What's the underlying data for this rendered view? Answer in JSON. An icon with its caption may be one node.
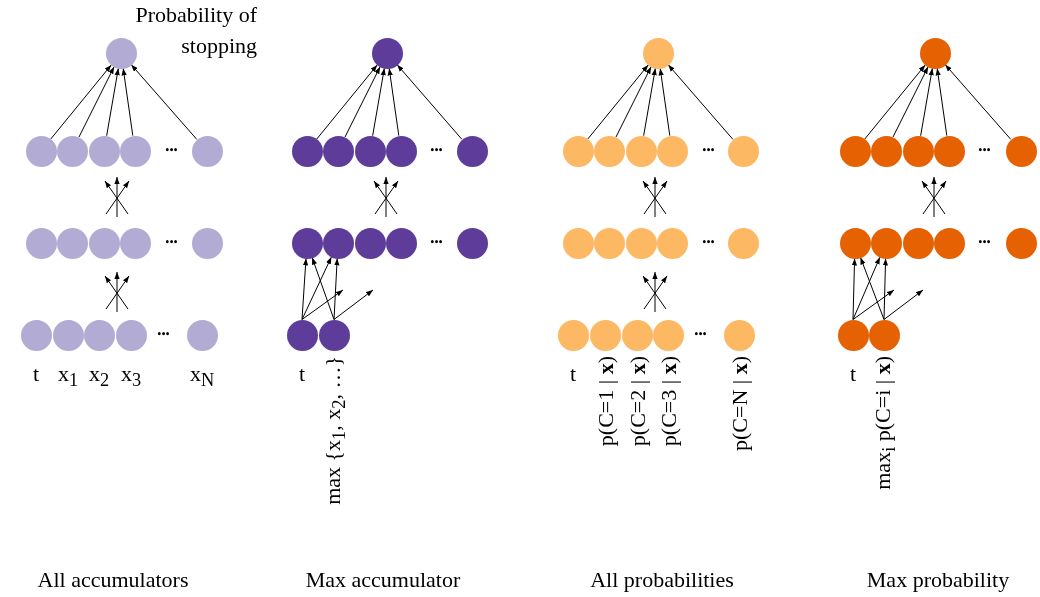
{
  "diagram": {
    "nodes": [
      {
        "text": [],
        "shape": "circle",
        "beside": [
          "Probability of stopping"
        ]
      },
      {
        "text": [],
        "shape": "circle"
      },
      {
        "text": [],
        "shape": "circle"
      },
      {
        "text": [],
        "shape": "circle"
      },
      {
        "text": [],
        "shape": "circle"
      },
      {
        "text": [],
        "shape": "circle"
      },
      {
        "text": [],
        "shape": "circle"
      },
      {
        "text": [],
        "shape": "circle"
      },
      {
        "text": [],
        "shape": "circle"
      },
      {
        "text": [],
        "shape": "circle"
      },
      {
        "text": [],
        "shape": "circle"
      },
      {
        "text": [],
        "shape": "circle",
        "beside": [
          "t"
        ]
      },
      {
        "text": [],
        "shape": "circle",
        "beside": [
          "x$_{1}$"
        ]
      },
      {
        "text": [],
        "shape": "circle",
        "beside": [
          "x$_{2}$"
        ]
      },
      {
        "text": [],
        "shape": "circle",
        "beside": [
          "x$_{3}$"
        ]
      },
      {
        "text": [],
        "shape": "circle",
        "beside": [
          "x$_{N}$"
        ]
      },
      {
        "text": [],
        "shape": "circle"
      },
      {
        "text": [],
        "shape": "circle"
      },
      {
        "text": [],
        "shape": "circle"
      },
      {
        "text": [],
        "shape": "circle"
      },
      {
        "text": [],
        "shape": "circle"
      },
      {
        "text": [],
        "shape": "circle"
      },
      {
        "text": [],
        "shape": "circle"
      },
      {
        "text": [],
        "shape": "circle"
      },
      {
        "text": [],
        "shape": "circle"
      },
      {
        "text": [],
        "shape": "circle"
      },
      {
        "text": [],
        "shape": "circle"
      },
      {
        "text": [],
        "shape": "circle",
        "beside": [
          "t"
        ]
      },
      {
        "text": [],
        "shape": "circle",
        "beside": [
          "max {x$_{1}$, x$_{2}$, …}"
        ]
      },
      {
        "text": [],
        "shape": "circle"
      },
      {
        "text": [],
        "shape": "circle"
      },
      {
        "text": [],
        "shape": "circle"
      },
      {
        "text": [],
        "shape": "circle"
      },
      {
        "text": [],
        "shape": "circle"
      },
      {
        "text": [],
        "shape": "circle"
      },
      {
        "text": [],
        "shape": "circle"
      },
      {
        "text": [],
        "shape": "circle"
      },
      {
        "text": [],
        "shape": "circle"
      },
      {
        "text": [],
        "shape": "circle"
      },
      {
        "text": [],
        "shape": "circle"
      },
      {
        "text": [],
        "shape": "circle",
        "beside": [
          "t"
        ]
      },
      {
        "text": [],
        "shape": "circle",
        "beside": [
          "p(C=1 | **x**)"
        ]
      },
      {
        "text": [],
        "shape": "circle",
        "beside": [
          "p(C=2 | **x**)"
        ]
      },
      {
        "text": [],
        "shape": "circle",
        "beside": [
          "p(C=3 | **x**)"
        ]
      },
      {
        "text": [],
        "shape": "circle",
        "beside": [
          "p(C=N | **x**)"
        ]
      },
      {
        "text": [],
        "shape": "circle"
      },
      {
        "text": [],
        "shape": "circle"
      },
      {
        "text": [],
        "shape": "circle"
      },
      {
        "text": [],
        "shape": "circle"
      },
      {
        "text": [],
        "shape": "circle"
      },
      {
        "text": [],
        "shape": "circle"
      },
      {
        "text": [],
        "shape": "circle"
      },
      {
        "text": [],
        "shape": "circle"
      },
      {
        "text": [],
        "shape": "circle"
      },
      {
        "text": [],
        "shape": "circle"
      },
      {
        "text": [],
        "shape": "circle"
      },
      {
        "text": [],
        "shape": "circle",
        "beside": [
          "t"
        ]
      },
      {
        "text": [],
        "shape": "circle",
        "beside": [
          "max$_{i}$ p(C=i | **x**)"
        ]
      }
    ],
    "edges": [
      {
        "from": 1,
        "to": 0,
        "arrow": "to"
      },
      {
        "from": 2,
        "to": 0,
        "arrow": "to"
      },
      {
        "from": 3,
        "to": 0,
        "arrow": "to"
      },
      {
        "from": 4,
        "to": 0,
        "arrow": "to"
      },
      {
        "from": 5,
        "to": 0,
        "arrow": "to"
      },
      {
        "from": 17,
        "to": 16,
        "arrow": "to"
      },
      {
        "from": 18,
        "to": 16,
        "arrow": "to"
      },
      {
        "from": 19,
        "to": 16,
        "arrow": "to"
      },
      {
        "from": 20,
        "to": 16,
        "arrow": "to"
      },
      {
        "from": 21,
        "to": 16,
        "arrow": "to"
      },
      {
        "from": 27,
        "to": 22,
        "arrow": "to"
      },
      {
        "from": 27,
        "to": 23,
        "arrow": "to"
      },
      {
        "from": 27,
        "to": null,
        "arrow": "to"
      },
      {
        "from": 28,
        "to": 23,
        "arrow": "to"
      },
      {
        "from": 28,
        "to": 22,
        "arrow": "to"
      },
      {
        "from": 28,
        "to": null,
        "arrow": "to"
      },
      {
        "from": 30,
        "to": 29,
        "arrow": "to"
      },
      {
        "from": 31,
        "to": 29,
        "arrow": "to"
      },
      {
        "from": 32,
        "to": 29,
        "arrow": "to"
      },
      {
        "from": 33,
        "to": 29,
        "arrow": "to"
      },
      {
        "from": 34,
        "to": 29,
        "arrow": "to"
      },
      {
        "from": 46,
        "to": 45,
        "arrow": "to"
      },
      {
        "from": 47,
        "to": 45,
        "arrow": "to"
      },
      {
        "from": 48,
        "to": 45,
        "arrow": "to"
      },
      {
        "from": 49,
        "to": 45,
        "arrow": "to"
      },
      {
        "from": 50,
        "to": 45,
        "arrow": "to"
      },
      {
        "from": 56,
        "to": 51,
        "arrow": "to"
      },
      {
        "from": 56,
        "to": 52,
        "arrow": "to"
      },
      {
        "from": 56,
        "to": null,
        "arrow": "to"
      },
      {
        "from": 57,
        "to": 52,
        "arrow": "to"
      },
      {
        "from": 57,
        "to": 51,
        "arrow": "to"
      },
      {
        "from": 57,
        "to": null,
        "arrow": "to"
      }
    ],
    "labels": [
      "•••",
      "•••",
      "•••",
      "•••",
      "•••",
      "•••",
      "•••",
      "•••",
      "•••",
      "•••",
      "All accumulators",
      "Max accumulator",
      "All probabilities",
      "Max probability"
    ]
  }
}
